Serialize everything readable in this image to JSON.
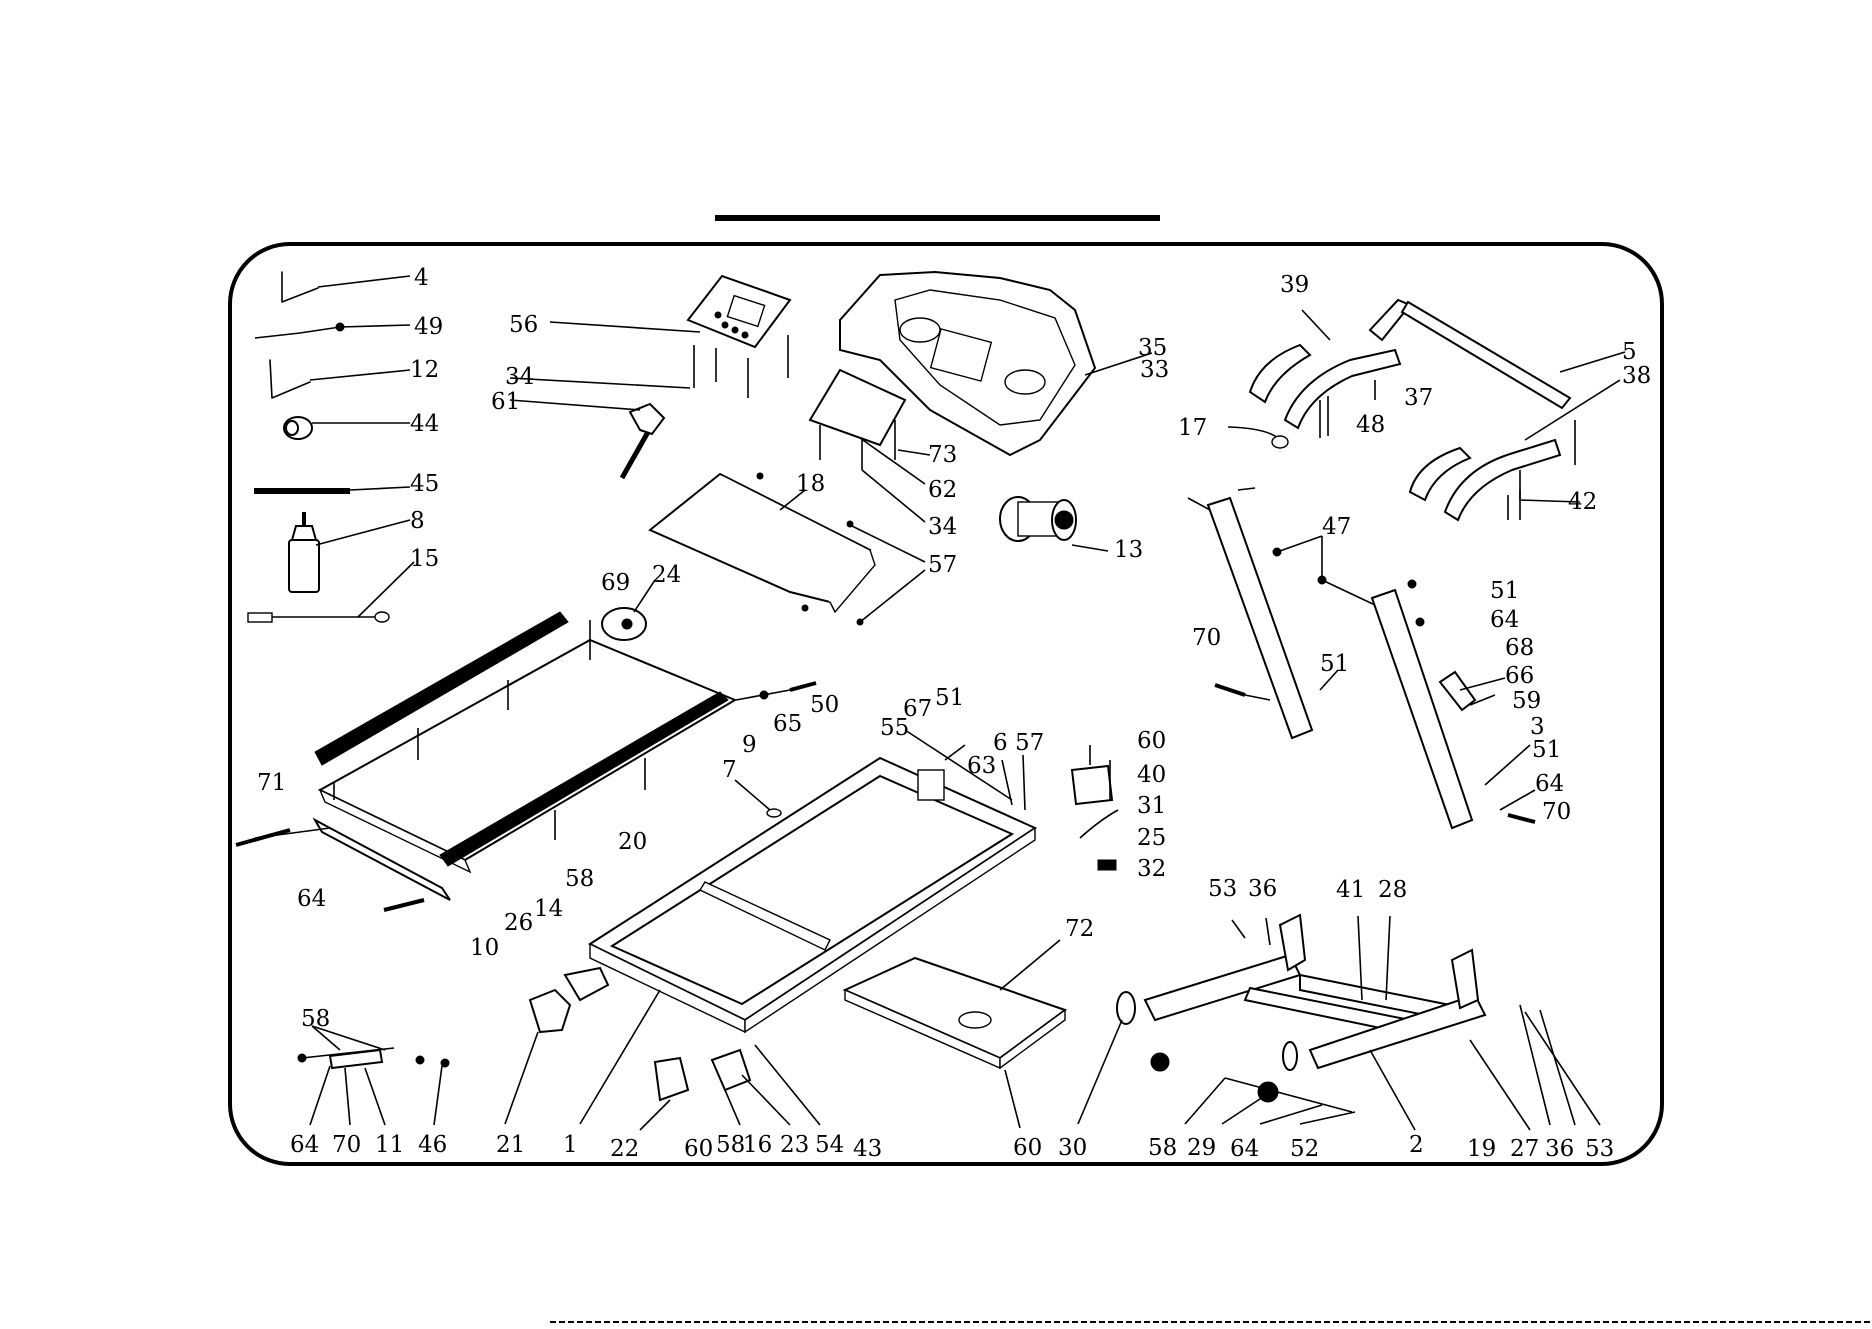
{
  "diagram": {
    "labels": {
      "l1": "1",
      "l2": "2",
      "l3": "3",
      "l4": "4",
      "l5": "5",
      "l6": "6",
      "l7": "7",
      "l8": "8",
      "l9": "9",
      "l10": "10",
      "l11": "11",
      "l12": "12",
      "l13": "13",
      "l14": "14",
      "l15": "15",
      "l16": "16",
      "l17": "17",
      "l18": "18",
      "l19": "19",
      "l20": "20",
      "l21": "21",
      "l22": "22",
      "l23": "23",
      "l24": "24",
      "l25": "25",
      "l26": "26",
      "l27": "27",
      "l28": "28",
      "l29": "29",
      "l30": "30",
      "l31": "31",
      "l32": "32",
      "l33": "33",
      "l34": "34",
      "l35": "35",
      "l36": "36",
      "l37": "37",
      "l38": "38",
      "l39": "39",
      "l40": "40",
      "l41": "41",
      "l42": "42",
      "l43": "43",
      "l44": "44",
      "l45": "45",
      "l46": "46",
      "l47": "47",
      "l48": "48",
      "l49": "49",
      "l50": "50",
      "l51": "51",
      "l52": "52",
      "l53": "53",
      "l54": "54",
      "l55": "55",
      "l56": "56",
      "l57": "57",
      "l58": "58",
      "l59": "59",
      "l60": "60",
      "l61": "61",
      "l62": "62",
      "l63": "63",
      "l64": "64",
      "l65": "65",
      "l66": "66",
      "l67": "67",
      "l68": "68",
      "l69": "69",
      "l70": "70",
      "l71": "71",
      "l72": "72",
      "l73": "73"
    },
    "colors": {
      "ink": "#000000",
      "paper": "#ffffff"
    }
  }
}
